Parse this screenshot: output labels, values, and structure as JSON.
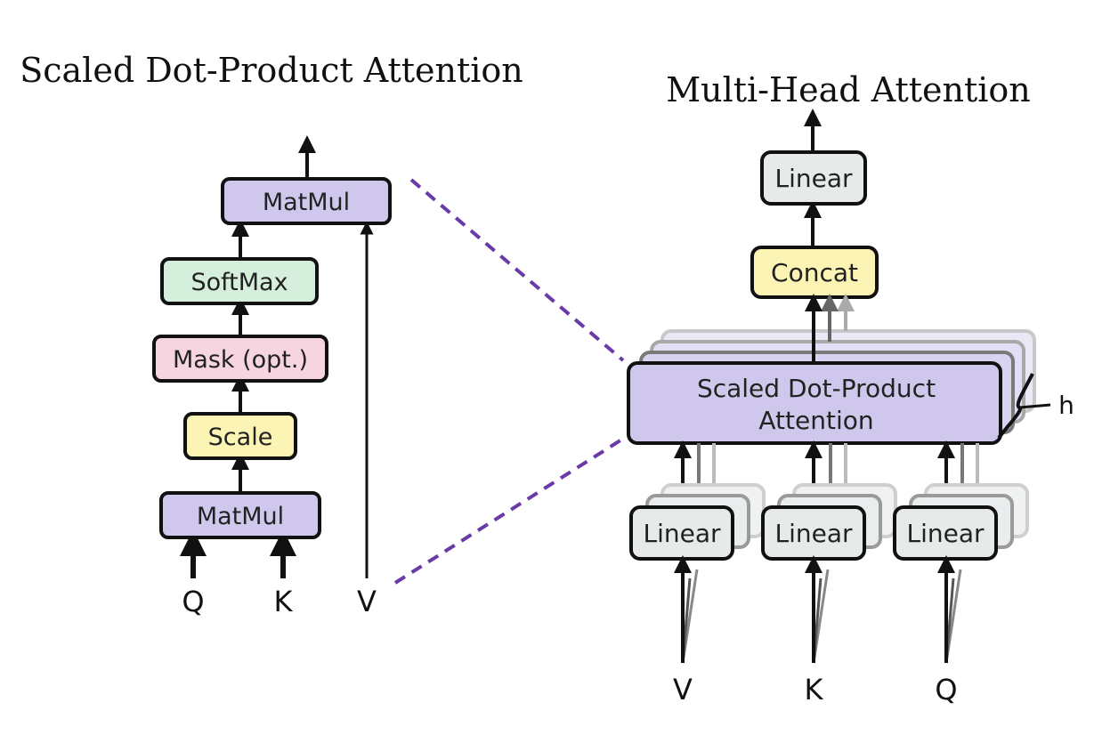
{
  "left_diagram": {
    "title": "Scaled Dot-Product Attention",
    "blocks": {
      "matmul_top": "MatMul",
      "softmax": "SoftMax",
      "mask": "Mask (opt.)",
      "scale": "Scale",
      "matmul_bottom": "MatMul"
    },
    "inputs": {
      "q": "Q",
      "k": "K",
      "v": "V"
    }
  },
  "right_diagram": {
    "title": "Multi-Head Attention",
    "blocks": {
      "linear_out": "Linear",
      "concat": "Concat",
      "sdpa_line1": "Scaled Dot-Product",
      "sdpa_line2": "Attention",
      "linear_v": "Linear",
      "linear_k": "Linear",
      "linear_q": "Linear"
    },
    "heads_label": "h",
    "inputs": {
      "v": "V",
      "k": "K",
      "q": "Q"
    }
  },
  "colors": {
    "matmul": "#cfc8ec",
    "softmax": "#d6eedc",
    "mask": "#f6d4e0",
    "scale": "#fbf4b5",
    "concat": "#fbf4b5",
    "linear": "#e6ebea",
    "sdpa": "#cfc8ec",
    "stroke": "#111111",
    "dashed": "#6a3aa8"
  }
}
